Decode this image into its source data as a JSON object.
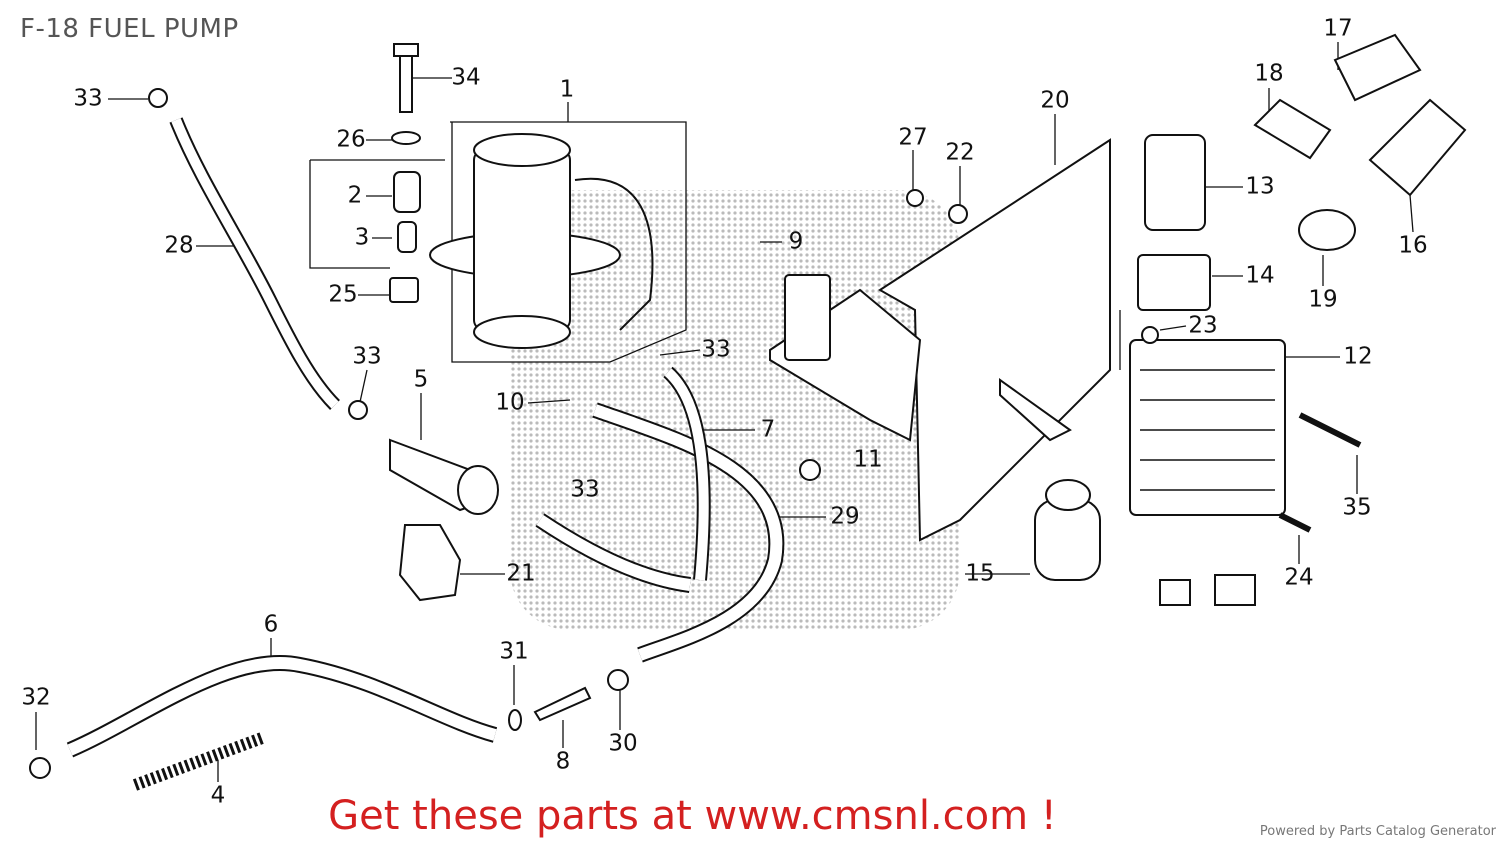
{
  "header": {
    "title": "F-18 FUEL PUMP"
  },
  "callouts": [
    "33",
    "34",
    "1",
    "26",
    "2",
    "3",
    "28",
    "25",
    "33",
    "5",
    "10",
    "33",
    "9",
    "7",
    "11",
    "33",
    "29",
    "21",
    "15",
    "6",
    "31",
    "32",
    "30",
    "8",
    "4",
    "27",
    "22",
    "20",
    "17",
    "18",
    "13",
    "16",
    "14",
    "19",
    "23",
    "12",
    "35",
    "24"
  ],
  "footer": {
    "promo": "Get these parts at www.cmsnl.com !",
    "powered_by": "Powered by Parts Catalog Generator"
  },
  "colors": {
    "promo": "#d42020",
    "title": "#555555",
    "watermark": "#bdbdbd"
  }
}
